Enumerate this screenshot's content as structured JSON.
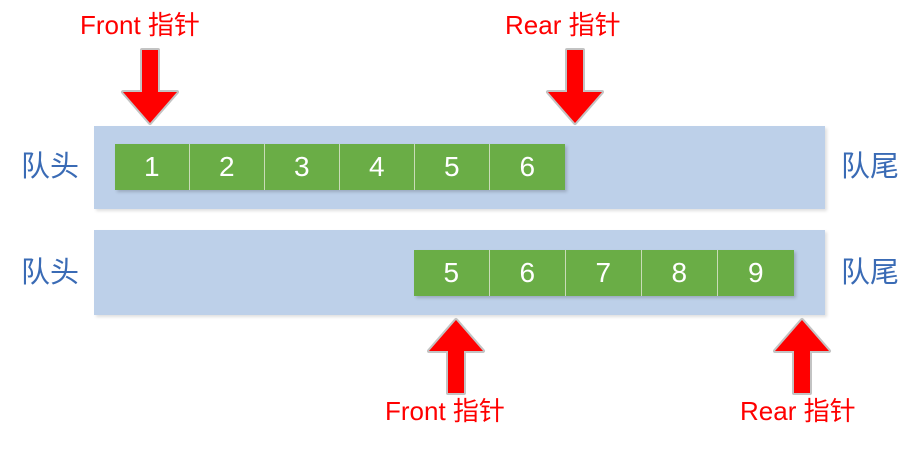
{
  "diagram": {
    "title_absent": true,
    "colors": {
      "track": "#bdd0e9",
      "cell": "#6aad46",
      "cell_text": "#ffffff",
      "side_label": "#3a6bb5",
      "pointer_label": "#ff0000",
      "arrow_fill": "#ff0000",
      "arrow_outline": "#bfbfbf",
      "background": "#ffffff"
    },
    "rows": [
      {
        "id": "row-top",
        "head_label": "队头",
        "tail_label": "队尾",
        "cells": [
          "1",
          "2",
          "3",
          "4",
          "5",
          "6"
        ],
        "cell_offset_index": 0,
        "pointers": [
          {
            "id": "front-top",
            "label": "Front 指针",
            "direction": "down",
            "target_cell_index": 0
          },
          {
            "id": "rear-top",
            "label": "Rear 指针",
            "direction": "down",
            "target_cell_index": 6
          }
        ]
      },
      {
        "id": "row-bottom",
        "head_label": "队头",
        "tail_label": "队尾",
        "cells": [
          "5",
          "6",
          "7",
          "8",
          "9"
        ],
        "cell_offset_index": 4,
        "pointers": [
          {
            "id": "front-bottom",
            "label": "Front 指针",
            "direction": "up",
            "target_cell_index": 0
          },
          {
            "id": "rear-bottom",
            "label": "Rear 指针",
            "direction": "up",
            "target_cell_index": 5
          }
        ]
      }
    ]
  }
}
